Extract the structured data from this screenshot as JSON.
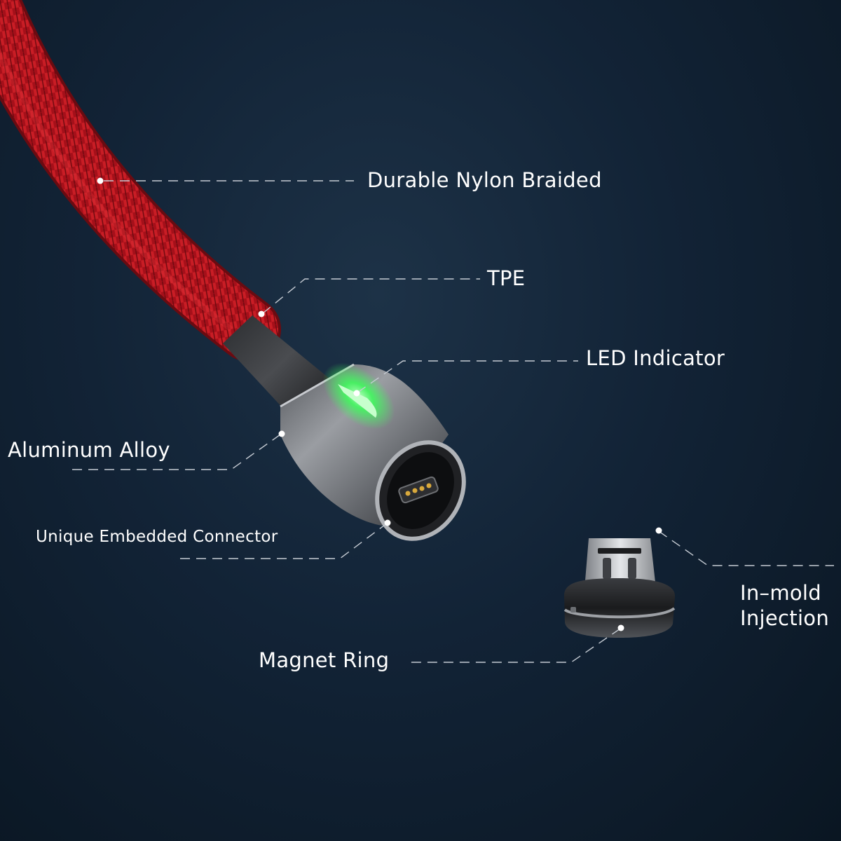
{
  "labels": {
    "durable_nylon": "Durable Nylon Braided",
    "tpe": "TPE",
    "led": "LED Indicator",
    "aluminum": "Aluminum Alloy",
    "embedded": "Unique Embedded Connector",
    "inmold_line1": "In–mold",
    "inmold_line2": "Injection",
    "magnet": "Magnet Ring"
  },
  "colors": {
    "background": "#122336",
    "cable": "#b5121b",
    "led": "#3cff5a",
    "metal": "#8a8d92",
    "text": "#ffffff"
  }
}
